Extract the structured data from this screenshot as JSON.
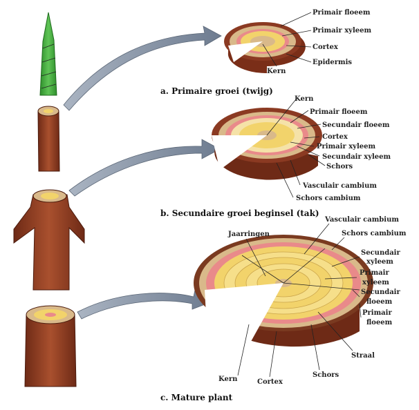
{
  "sections": {
    "a": {
      "caption": "a. Primaire groei (twijg)",
      "labels": [
        "Primair floeem",
        "Primair xyleem",
        "Cortex",
        "Epidermis",
        "Kern"
      ]
    },
    "b": {
      "caption": "b. Secundaire groei beginsel (tak)",
      "labels": [
        "Kern",
        "Primair floeem",
        "Secundair floeem",
        "Cortex",
        "Primair xyleem",
        "Secundair xyleem",
        "Schors",
        "Vasculair cambium",
        "Schors cambium"
      ]
    },
    "c": {
      "caption": "c. Mature plant",
      "labels": [
        "Jaarringen",
        "Vasculair cambium",
        "Schors cambium",
        "Secundair",
        "xyleem",
        "Primair",
        "xyleem",
        "Secundair",
        "floeem",
        "Primair",
        "floeem",
        "Straal",
        "Schors",
        "Cortex",
        "Kern"
      ]
    }
  },
  "colors": {
    "bark": "#8b3a22",
    "bark_dark": "#5e2414",
    "green_shoot": "#3fae3a",
    "cortex": "#d9b98a",
    "phloem_pink": "#e98a8a",
    "xylem_yellow": "#f2d36b",
    "arrow": "#8a96a8"
  }
}
